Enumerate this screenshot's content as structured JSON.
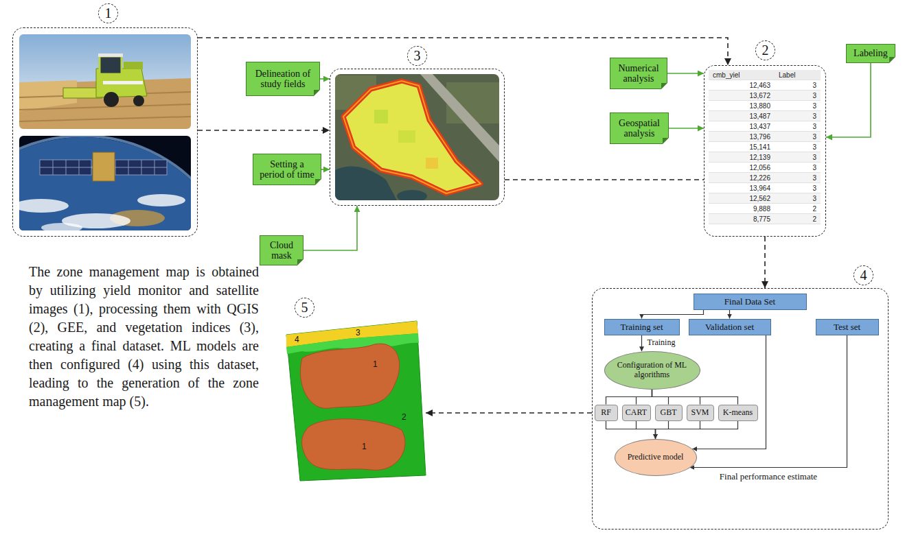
{
  "diagram": {
    "caption": "The zone management map is obtained by utilizing yield monitor and satellite images (1), processing them with QGIS (2), GEE, and vegetation indices (3), creating a final dataset. ML models are then configured (4) using this dataset, leading to the generation of the zone management map (5).",
    "nodes": [
      {
        "text": [
          "1"
        ]
      },
      {
        "text": [
          "Delineation of study fields"
        ]
      },
      {
        "text": [
          "Setting a period of time"
        ]
      },
      {
        "text": [
          "Cloud mask"
        ]
      },
      {
        "text": [
          "3"
        ]
      },
      {
        "text": [
          "Numerical analysis"
        ]
      },
      {
        "text": [
          "Geospatial analysis"
        ]
      },
      {
        "text": [
          "2"
        ]
      },
      {
        "text": [
          "Labeling"
        ]
      },
      {
        "text": [
          "4"
        ]
      },
      {
        "text": [
          "Final Data Set"
        ],
        "in": 9
      },
      {
        "text": [
          "Training set"
        ],
        "in": 9
      },
      {
        "text": [
          "Validation set"
        ],
        "in": 9
      },
      {
        "text": [
          "Test set"
        ],
        "in": 9
      },
      {
        "text": [
          "Configuration of ML algorithms"
        ],
        "in": 9
      },
      {
        "text": [
          "RF"
        ],
        "in": 9
      },
      {
        "text": [
          "CART"
        ],
        "in": 9
      },
      {
        "text": [
          "GBT"
        ],
        "in": 9
      },
      {
        "text": [
          "SVM"
        ],
        "in": 9
      },
      {
        "text": [
          "K-means"
        ],
        "in": 9
      },
      {
        "text": [
          "Predictive model"
        ],
        "in": 9
      },
      {
        "text": [
          "5"
        ]
      }
    ],
    "edges": [
      {
        "from": 0,
        "to": 7,
        "arrow": "to"
      },
      {
        "from": 0,
        "to": 4,
        "arrow": "to"
      },
      {
        "from": 4,
        "to": 7,
        "arrow": "none"
      },
      {
        "from": 7,
        "to": 9,
        "arrow": "to"
      },
      {
        "from": 9,
        "to": 21,
        "arrow": "to"
      },
      {
        "from": 1,
        "to": 4,
        "arrow": "to"
      },
      {
        "from": 2,
        "to": 4,
        "arrow": "to"
      },
      {
        "from": 3,
        "to": 4,
        "arrow": "to"
      },
      {
        "from": 5,
        "to": 7,
        "arrow": "to"
      },
      {
        "from": 6,
        "to": 7,
        "arrow": "to"
      },
      {
        "from": 8,
        "to": 7,
        "arrow": "to"
      },
      {
        "from": 10,
        "to": 11,
        "arrow": "to"
      },
      {
        "from": 10,
        "to": 12,
        "arrow": "to"
      },
      {
        "from": 11,
        "to": 14,
        "label": "Training",
        "arrow": "to"
      },
      {
        "from": 14,
        "to": 15,
        "arrow": "none"
      },
      {
        "from": 14,
        "to": 16,
        "arrow": "none"
      },
      {
        "from": 14,
        "to": 17,
        "arrow": "none"
      },
      {
        "from": 14,
        "to": 18,
        "arrow": "none"
      },
      {
        "from": 14,
        "to": 19,
        "arrow": "none"
      },
      {
        "from": 15,
        "to": 20,
        "arrow": "to"
      },
      {
        "from": 16,
        "to": 20,
        "arrow": "to"
      },
      {
        "from": 17,
        "to": 20,
        "arrow": "to"
      },
      {
        "from": 18,
        "to": 20,
        "arrow": "to"
      },
      {
        "from": 19,
        "to": 20,
        "arrow": "to"
      },
      {
        "from": 12,
        "to": 20,
        "arrow": "to"
      },
      {
        "from": 13,
        "to": 20,
        "label": "Final performance estimate",
        "arrow": "to"
      }
    ],
    "labels": [
      "cmb_yiel",
      "Label",
      "12,463",
      "3",
      "13,672",
      "3",
      "13,880",
      "3",
      "13,487",
      "3",
      "13,437",
      "3",
      "13,796",
      "3",
      "15,141",
      "3",
      "12,139",
      "3",
      "12,056",
      "3",
      "12,226",
      "3",
      "13,964",
      "3",
      "12,562",
      "3",
      "9,888",
      "2",
      "8,775",
      "2",
      "4",
      "3",
      "1",
      "2",
      "1"
    ]
  }
}
